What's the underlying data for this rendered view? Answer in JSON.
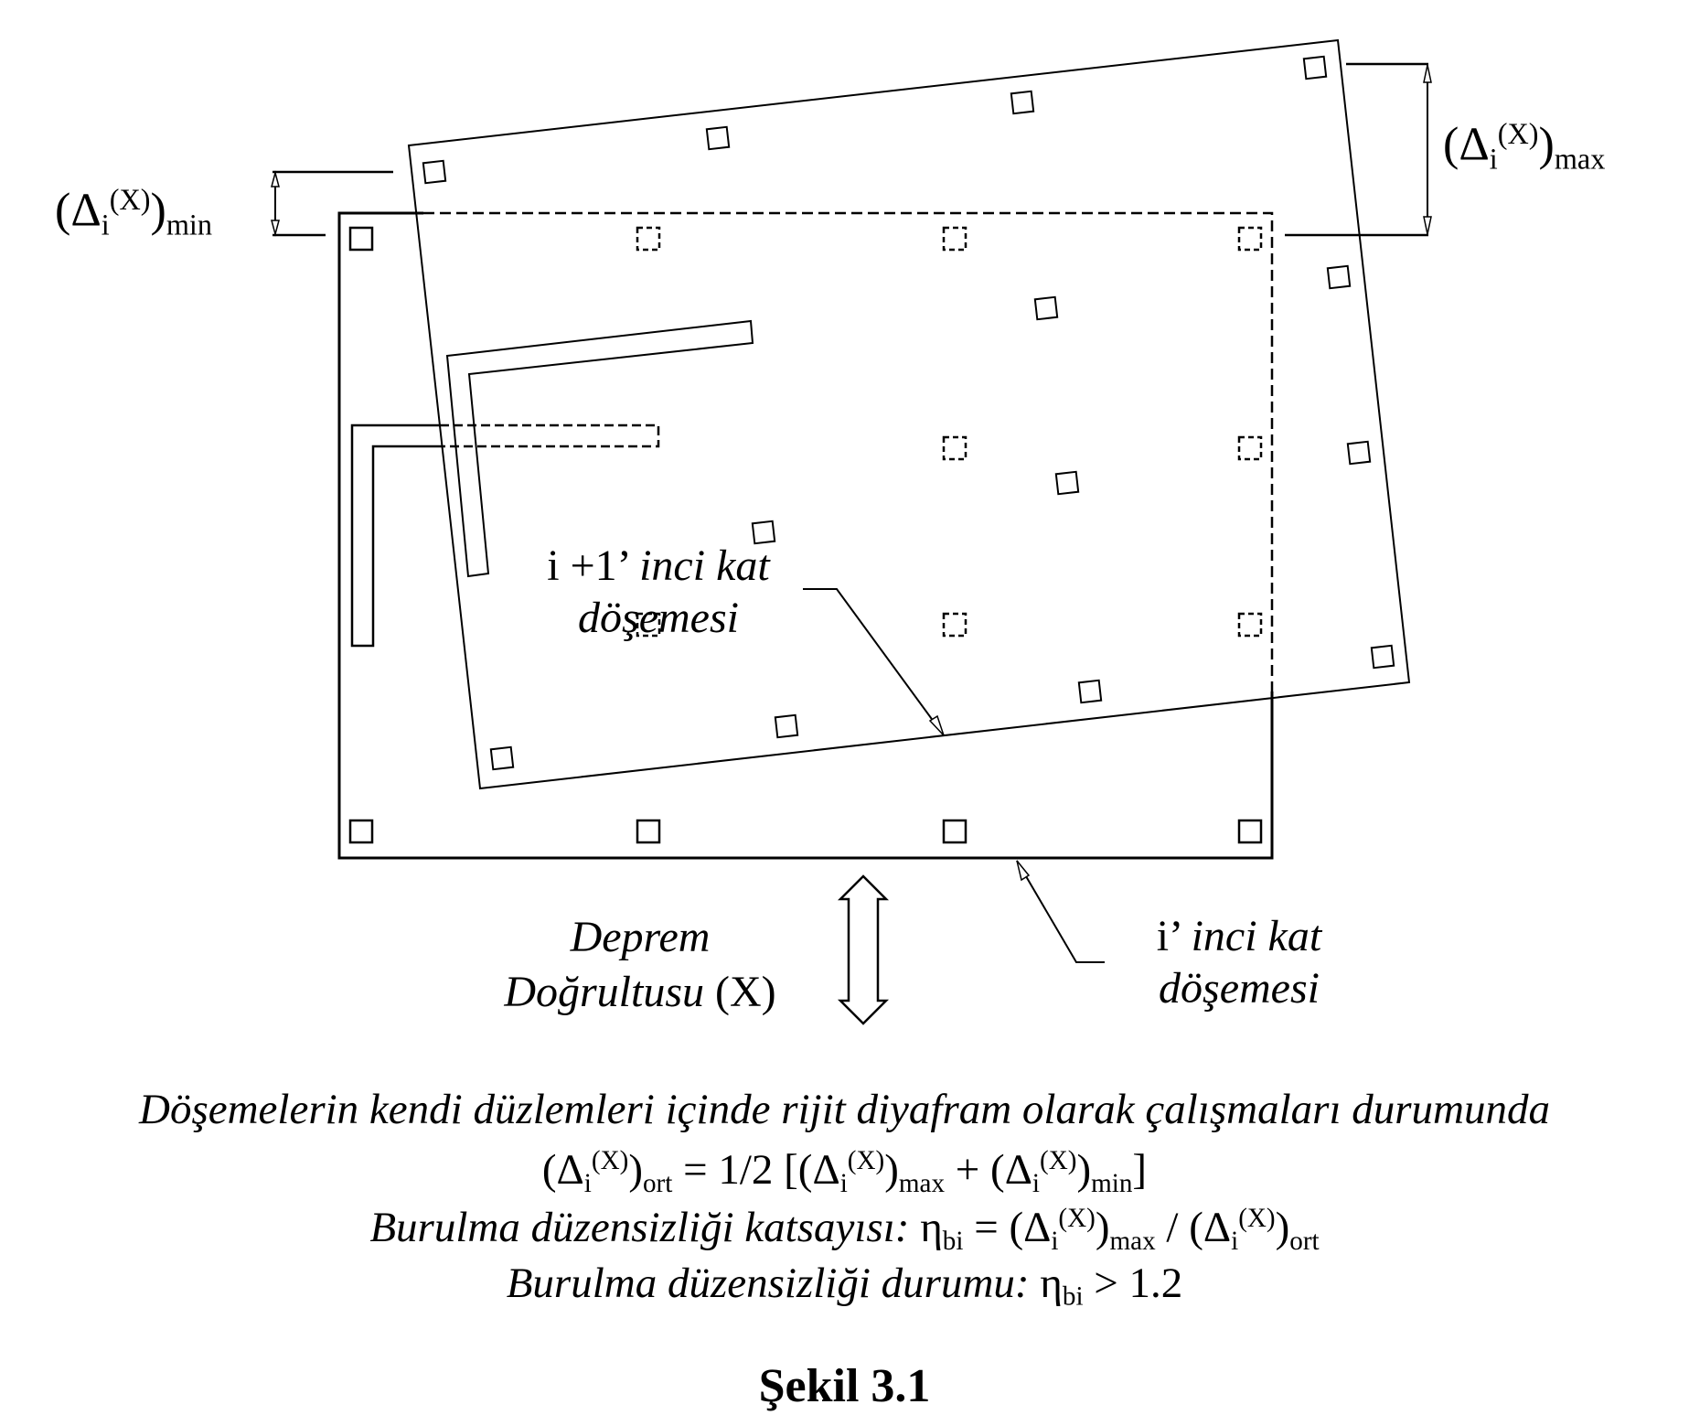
{
  "labels": {
    "delta_min": {
      "symbol": "(Δ",
      "sub_i": "i",
      "sup": "(X)",
      "close": ")",
      "subscript": "min"
    },
    "delta_max": {
      "symbol": "(Δ",
      "sub_i": "i",
      "sup": "(X)",
      "close": ")",
      "subscript": "max"
    },
    "upper_slab": {
      "prefix": "i +1’ ",
      "line1_italic": "inci kat",
      "line2": "döşemesi"
    },
    "lower_slab": {
      "prefix": "i’ ",
      "line1_italic": "inci kat",
      "line2": "döşemesi"
    },
    "earthquake_direction": {
      "line1": "Deprem",
      "line2_italic": "Doğrultusu ",
      "line2_plain": "(X)"
    }
  },
  "caption": {
    "line1": "Döşemelerin kendi düzlemleri içinde rijit diyafram olarak çalışmaları durumunda",
    "formula_avg": {
      "lhs_open": "(Δ",
      "i": "i",
      "sup": "(X)",
      "lhs_close": ")",
      "lhs_sub": "ort",
      "eq": " = 1/2 [(Δ",
      "max_sub": "max",
      "plus": " + (Δ",
      "min_sub": "min",
      "end": "]"
    },
    "line3": {
      "text_italic": "Burulma düzensizliği katsayısı: ",
      "eta": "η",
      "eta_sub": "bi",
      "eq": " = (Δ",
      "max_sub": "max",
      "div": " / (Δ",
      "ort_sub": "ort"
    },
    "line4": {
      "text_italic": "Burulma düzensizliği durumu: ",
      "eta": "η",
      "eta_sub": "bi",
      "cond": " > 1.2"
    },
    "figure_number": "Şekil 3.1"
  }
}
